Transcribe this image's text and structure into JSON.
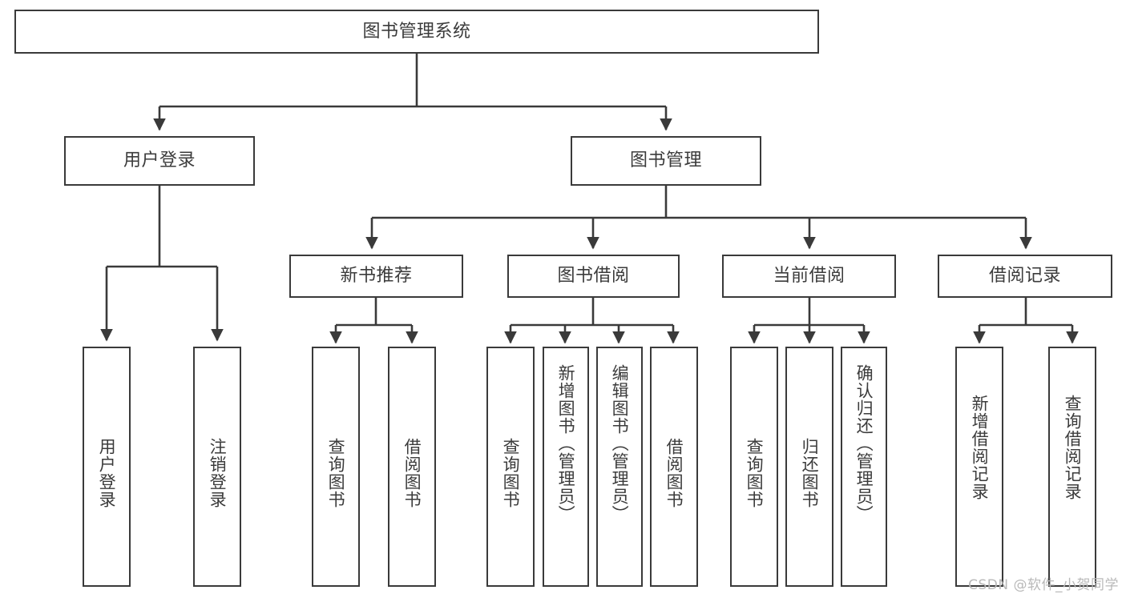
{
  "diagram": {
    "type": "tree",
    "title": "图书管理系统",
    "root": {
      "id": "root",
      "label": "图书管理系统"
    },
    "level1": [
      {
        "id": "user-login",
        "label": "用户登录"
      },
      {
        "id": "book-manage",
        "label": "图书管理"
      }
    ],
    "level2": [
      {
        "id": "new-book-recommend",
        "label": "新书推荐",
        "parent": "book-manage"
      },
      {
        "id": "book-borrow",
        "label": "图书借阅",
        "parent": "book-manage"
      },
      {
        "id": "current-borrow",
        "label": "当前借阅",
        "parent": "book-manage"
      },
      {
        "id": "borrow-record",
        "label": "借阅记录",
        "parent": "book-manage"
      }
    ],
    "leaves": {
      "user_login": [
        {
          "id": "leaf-user-login",
          "label": "用户登录"
        },
        {
          "id": "leaf-logout",
          "label": "注销登录"
        }
      ],
      "new_book_recommend": [
        {
          "id": "leaf-query-book-1",
          "label": "查询图书"
        },
        {
          "id": "leaf-borrow-book-1",
          "label": "借阅图书"
        }
      ],
      "book_borrow": [
        {
          "id": "leaf-query-book-2",
          "label": "查询图书"
        },
        {
          "id": "leaf-add-book",
          "label": "新增图书（管理员）"
        },
        {
          "id": "leaf-edit-book",
          "label": "编辑图书（管理员）"
        },
        {
          "id": "leaf-borrow-book-2",
          "label": "借阅图书"
        }
      ],
      "current_borrow": [
        {
          "id": "leaf-query-book-3",
          "label": "查询图书"
        },
        {
          "id": "leaf-return-book",
          "label": "归还图书"
        },
        {
          "id": "leaf-confirm-return",
          "label": "确认归还（管理员）"
        }
      ],
      "borrow_record": [
        {
          "id": "leaf-add-record",
          "label": "新增借阅记录"
        },
        {
          "id": "leaf-query-record",
          "label": "查询借阅记录"
        }
      ]
    }
  },
  "watermark": {
    "text": "CSDN @软件_小贺同学"
  },
  "colors": {
    "box_border": "#3a3a3a",
    "box_fill": "#ffffff",
    "text": "#3b3b3b",
    "connector": "#3a3a3a",
    "watermark": "#b9b9b9",
    "background": "#ffffff"
  }
}
